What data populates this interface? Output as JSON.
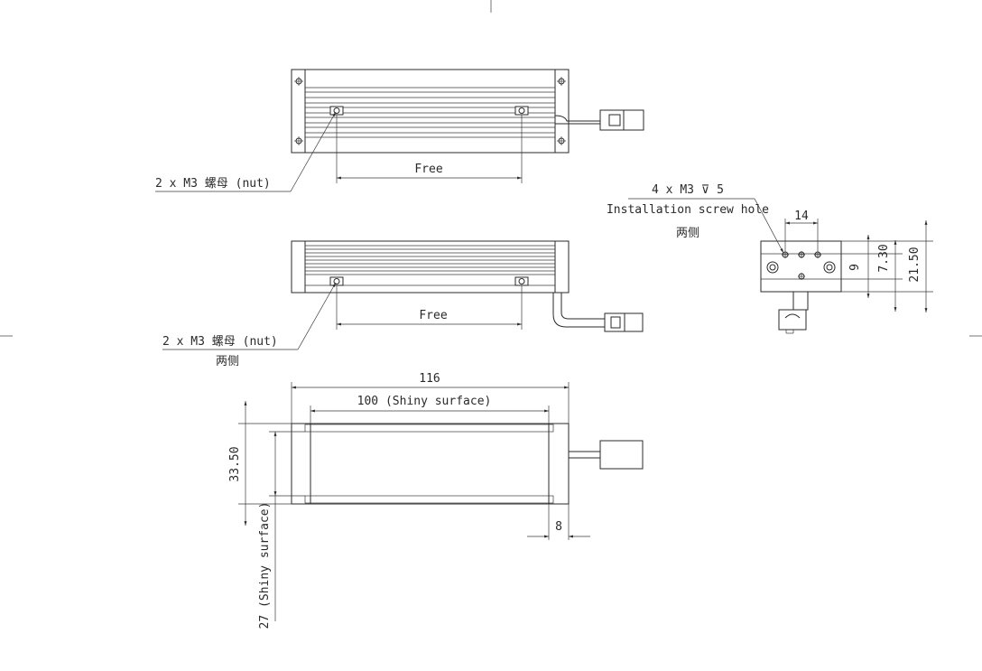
{
  "top_view": {
    "free_label": "Free",
    "nut_callout": "2 x M3 螺母 (nut)"
  },
  "middle_view": {
    "free_label": "Free",
    "nut_callout": "2 x M3 螺母 (nut)",
    "nut_sides": "两侧"
  },
  "end_view": {
    "screw_callout": "4 x M3 ⊽ 5",
    "screw_desc": "Installation screw hole",
    "screw_sides": "两侧",
    "dim_hole_spacing": "14",
    "dim_height_inner": "9",
    "dim_height_mid": "7.30",
    "dim_height_total": "21.50"
  },
  "bottom_view": {
    "dim_length_total": "116",
    "dim_shiny_length": "100  (Shiny surface)",
    "dim_width": "33.50",
    "dim_shiny_width": "27 (Shiny surface)",
    "dim_offset": "8"
  }
}
